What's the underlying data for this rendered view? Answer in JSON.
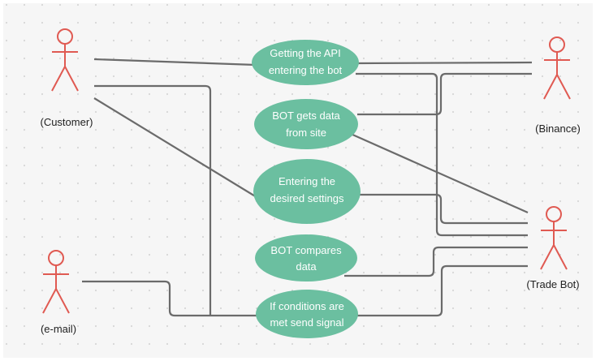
{
  "actors": [
    {
      "id": "customer",
      "label": "(Customer)"
    },
    {
      "id": "binance",
      "label": "(Binance)"
    },
    {
      "id": "trade_bot",
      "label": "(Trade  Bot)"
    },
    {
      "id": "email",
      "label": "(e-mail)"
    }
  ],
  "use_cases": [
    {
      "id": "api",
      "lines": [
        "Getting the API",
        "entering the bot"
      ]
    },
    {
      "id": "data",
      "lines": [
        "BOT gets data",
        "from site"
      ]
    },
    {
      "id": "settings",
      "lines": [
        "Entering the",
        "desired settings"
      ]
    },
    {
      "id": "compare",
      "lines": [
        "BOT compares",
        "data"
      ]
    },
    {
      "id": "signal",
      "lines": [
        "If conditions are",
        "met send signal"
      ]
    }
  ],
  "colors": {
    "background": "#f6f6f6",
    "grid_dot": "#d6d6d6",
    "actor": "#e05a52",
    "use_case_fill": "#6bbfa0",
    "use_case_text": "#ffffff",
    "connector": "#6b6b6b",
    "label": "#222222"
  }
}
